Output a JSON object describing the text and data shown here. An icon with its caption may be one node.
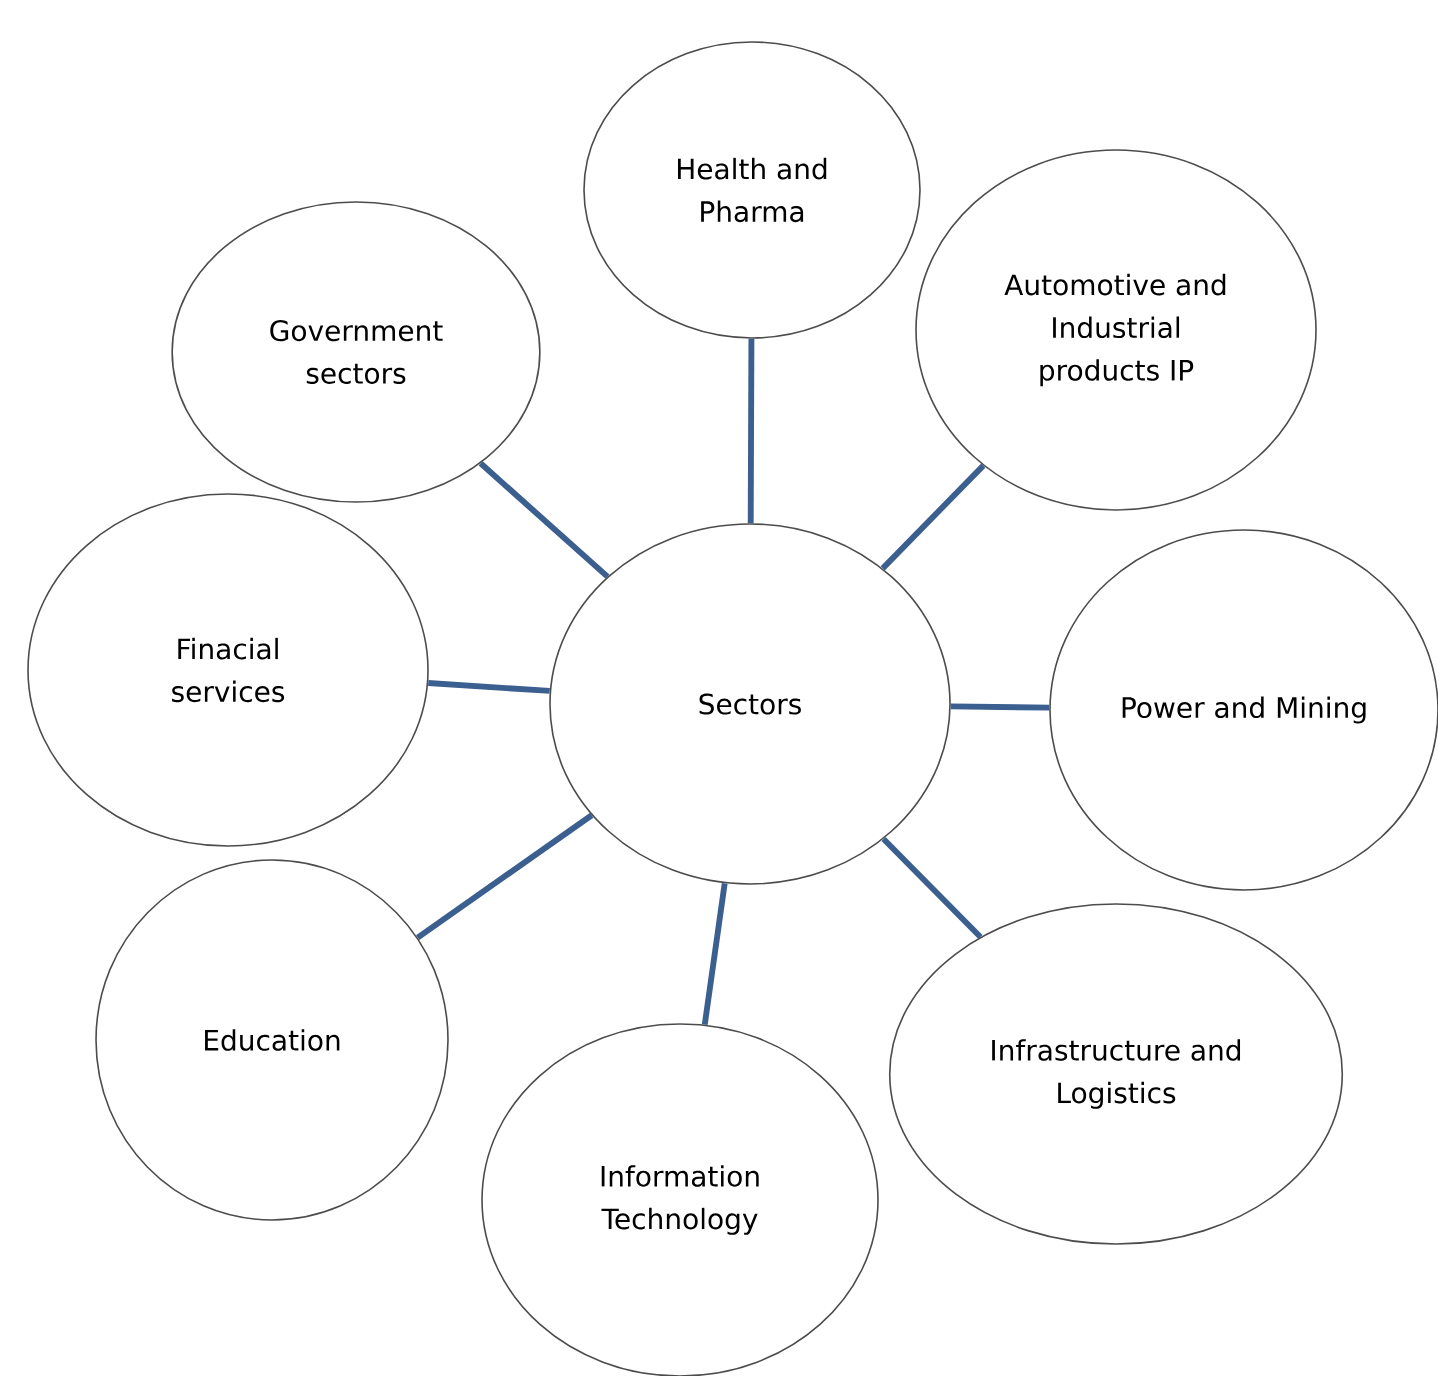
{
  "diagram": {
    "nodes": [
      {
        "text": [
          "Sectors"
        ]
      },
      {
        "text": [
          "Government sectors"
        ]
      },
      {
        "text": [
          "Health and Pharma"
        ]
      },
      {
        "text": [
          "Automotive and Industrial products IP"
        ]
      },
      {
        "text": [
          "Finacial services"
        ]
      },
      {
        "text": [
          "Power and Mining"
        ]
      },
      {
        "text": [
          "Education"
        ]
      },
      {
        "text": [
          "Infrastructure and Logistics"
        ]
      },
      {
        "text": [
          "Information Technology"
        ]
      }
    ],
    "edges": [
      {
        "from": 0,
        "to": 1,
        "arrow": "none"
      },
      {
        "from": 0,
        "to": 2,
        "arrow": "none"
      },
      {
        "from": 0,
        "to": 3,
        "arrow": "none"
      },
      {
        "from": 0,
        "to": 4,
        "arrow": "none"
      },
      {
        "from": 0,
        "to": 5,
        "arrow": "none"
      },
      {
        "from": 0,
        "to": 6,
        "arrow": "none"
      },
      {
        "from": 0,
        "to": 7,
        "arrow": "none"
      },
      {
        "from": 0,
        "to": 8,
        "arrow": "none"
      }
    ]
  }
}
